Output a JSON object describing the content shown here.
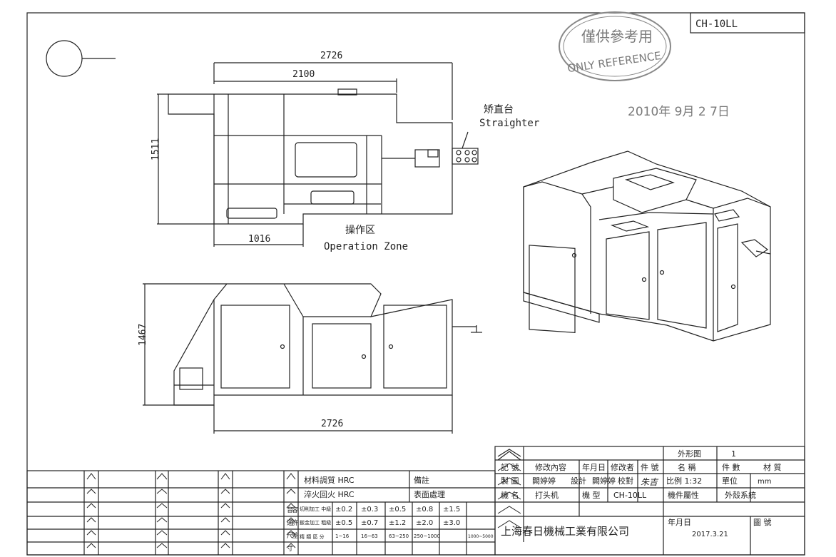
{
  "drawing_code": "CH-10LL",
  "stamp": {
    "line1": "僅供參考用",
    "line2": "ONLY REFERENCE"
  },
  "date_stamp": "2010年 9月 2 7日",
  "top_view": {
    "dim_overall_width": "2726",
    "dim_inner_width": "2100",
    "dim_height": "1511",
    "dim_zone_width": "1016",
    "operation_zone_cn": "操作区",
    "operation_zone_en": "Operation Zone",
    "straighter_cn": "矫直台",
    "straighter_en": "Straighter"
  },
  "front_view": {
    "dim_height": "1467",
    "dim_width": "2726"
  },
  "title_block": {
    "header_label": "外形图",
    "header_value": "1",
    "material_hardness": "材料調質 HRC",
    "quench_temper": "淬火回火 HRC",
    "remarks": "備註",
    "surface_treatment": "表面處理",
    "record_no": "記 號",
    "revision_content": "修改內容",
    "date_label": "年月日",
    "reviser": "修改者",
    "part_no": "件 號",
    "name_label": "名 稱",
    "quantity": "件 數",
    "material": "材 質",
    "drawn": "製 圖",
    "drawn_by": "闕婷婷",
    "design": "設計",
    "design_by": "闕婷婷",
    "check": "校對",
    "check_sig": "朱吉",
    "scale": "比例 1:32",
    "unit_label": "單位",
    "unit_value": "mm",
    "machine_name_label": "機 名",
    "machine_name": "打头机",
    "model_label": "機 型",
    "model_value": "CH-10LL",
    "part_attr_label": "機件屬性",
    "part_attr_value": "外殼系統",
    "tolerance_labels": [
      "音",
      "容",
      "通",
      "許",
      "尺",
      "差",
      "寸"
    ],
    "tol_row1_label": "切削加工 中級",
    "tol_row2_label": "鈑金加工 粗級",
    "tol_row3_label": "精 類 區 分",
    "tol_row1": [
      "±0.2",
      "±0.3",
      "±0.5",
      "±0.8",
      "±1.5"
    ],
    "tol_row2": [
      "±0.5",
      "±0.7",
      "±1.2",
      "±2.0",
      "±3.0"
    ],
    "tol_row3": [
      "1~16",
      "16~63",
      "63~250",
      "250~1000",
      "1000~5000"
    ],
    "company": "上海春日機械工業有限公司",
    "date_field_label": "年月日",
    "date_value": "2017.3.21",
    "drawing_no_label": "圖 號"
  }
}
